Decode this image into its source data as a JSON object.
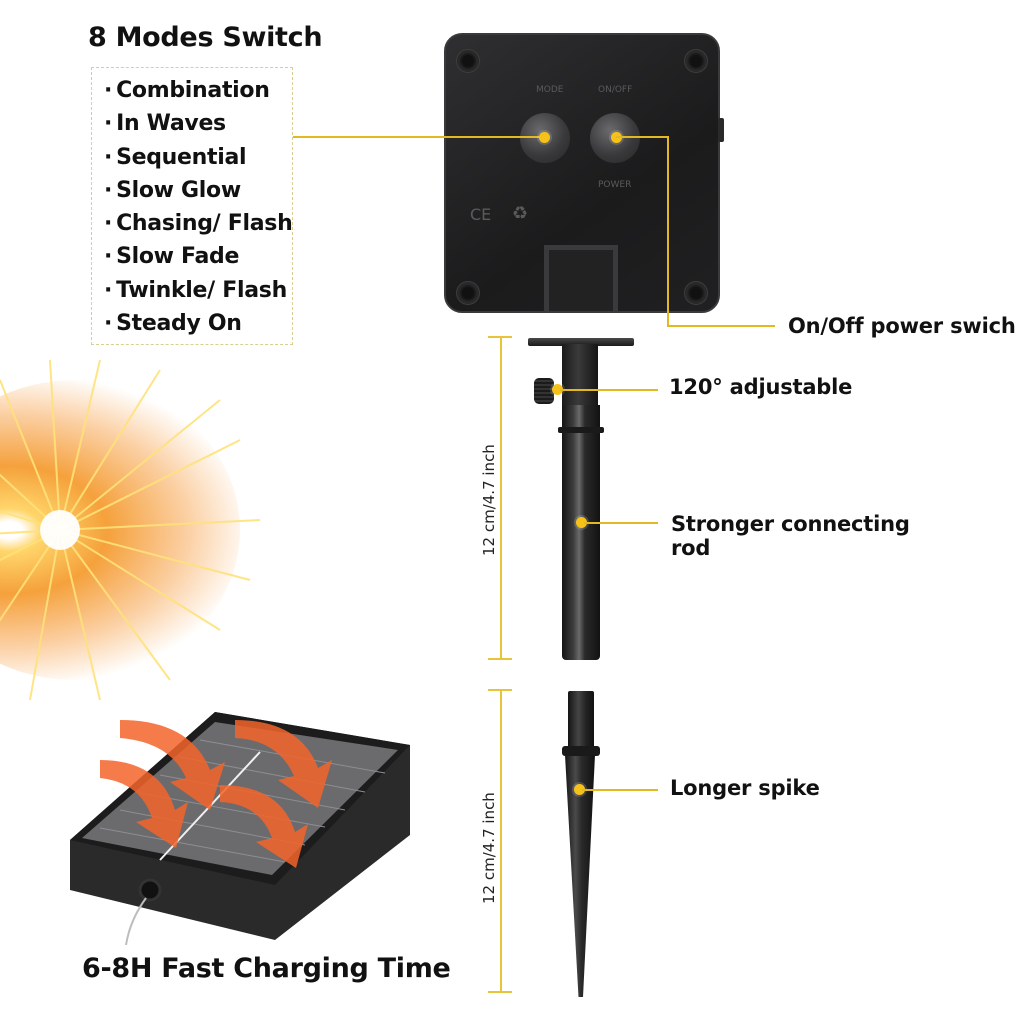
{
  "modes": {
    "title": "8 Modes Switch",
    "items": [
      "Combination",
      "In Waves",
      "Sequential",
      "Slow Glow",
      "Chasing/ Flash",
      "Slow Fade",
      "Twinkle/ Flash",
      "Steady On"
    ]
  },
  "controller": {
    "mode_label": "MODE",
    "onoff_label": "ON/OFF",
    "power_label": "POWER",
    "ce_mark": "CE",
    "recycle_mark": "♻"
  },
  "callouts": {
    "power_switch": "On/Off power swich",
    "adjustable": "120°  adjustable",
    "rod_line1": "Stronger connecting",
    "rod_line2": "rod",
    "spike": "Longer spike"
  },
  "dimensions": {
    "rod": "12 cm/4.7 inch",
    "spike": "12 cm/4.7 inch"
  },
  "charging": {
    "title": "6-8H Fast Charging Time"
  },
  "colors": {
    "accent": "#e3b823",
    "dot": "#f6c21a",
    "text": "#111111",
    "device": "#1e1e1f"
  }
}
